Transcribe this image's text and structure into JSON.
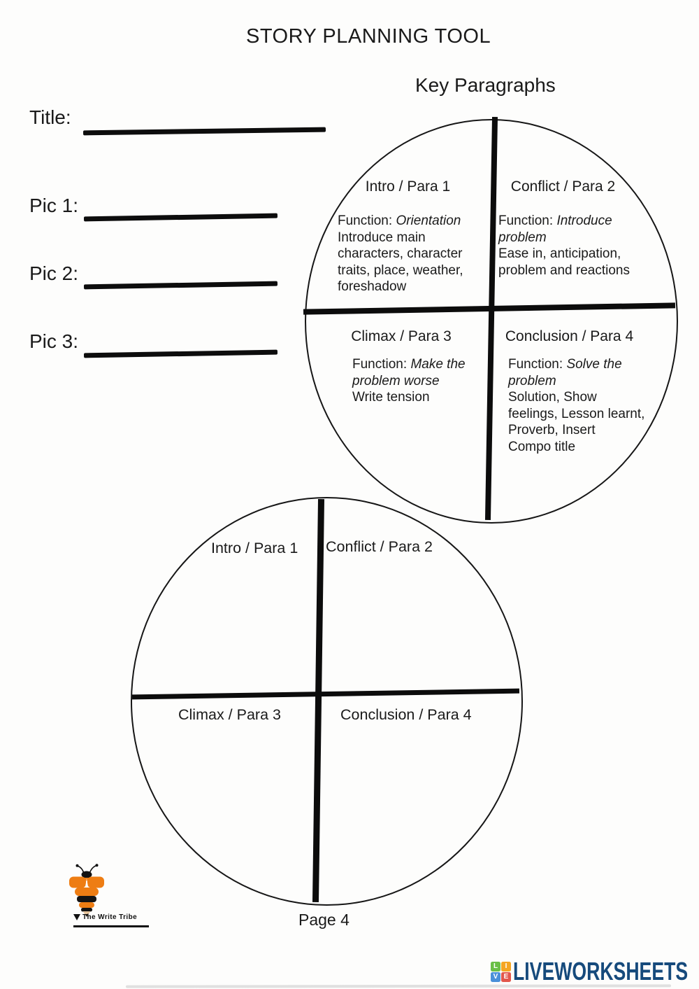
{
  "page": {
    "title": "STORY PLANNING TOOL",
    "subtitle": "Key Paragraphs",
    "page_number": "Page 4"
  },
  "fields": {
    "title_label": "Title:",
    "pic1_label": "Pic 1:",
    "pic2_label": "Pic 2:",
    "pic3_label": "Pic 3:"
  },
  "key_circle": {
    "quadrants": [
      {
        "heading": "Intro / Para 1",
        "function_label": "Function:",
        "function_value": "Orientation",
        "details": "Introduce main\ncharacters, character\ntraits, place, weather,\nforeshadow"
      },
      {
        "heading": "Conflict / Para 2",
        "function_label": "Function:",
        "function_value": "Introduce problem",
        "details": "Ease in, anticipation,\nproblem and reactions"
      },
      {
        "heading": "Climax / Para 3",
        "function_label": "Function:",
        "function_value": "Make the problem worse",
        "details": "Write tension"
      },
      {
        "heading": "Conclusion / Para 4",
        "function_label": "Function:",
        "function_value": "Solve the problem",
        "details": "Solution, Show\nfeelings, Lesson learnt,\nProverb, Insert\nCompo title"
      }
    ]
  },
  "practice_circle": {
    "quadrants": [
      {
        "heading": "Intro / Para 1"
      },
      {
        "heading": "Conflict / Para 2"
      },
      {
        "heading": "Climax / Para 3"
      },
      {
        "heading": "Conclusion / Para 4"
      }
    ]
  },
  "branding": {
    "write_tribe": {
      "label": "The Write Tribe"
    },
    "liveworksheets": {
      "label": "LIVEWORKSHEETS",
      "text_color": "#164a7c",
      "grid": [
        {
          "letter": "L",
          "color": "#6abf47"
        },
        {
          "letter": "I",
          "color": "#f5a623"
        },
        {
          "letter": "V",
          "color": "#4a90d9"
        },
        {
          "letter": "E",
          "color": "#e2574c"
        }
      ]
    }
  }
}
